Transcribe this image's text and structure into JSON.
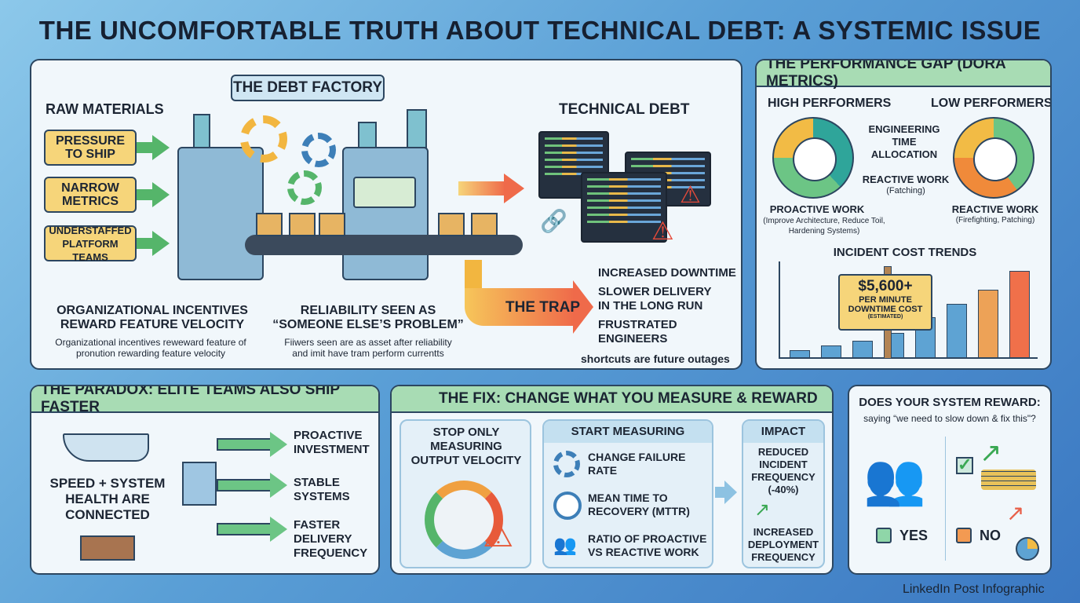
{
  "title": "THE UNCOMFORTABLE TRUTH ABOUT TECHNICAL DEBT: A SYSTEMIC ISSUE",
  "factory": {
    "label": "THE DEBT FACTORY",
    "raw_materials_heading": "RAW MATERIALS",
    "raw_materials": [
      "PRESSURE TO SHIP",
      "NARROW METRICS",
      "UNDERSTAFFED PLATFORM TEAMS"
    ],
    "output_heading": "TECHNICAL DEBT",
    "cause1_title": "ORGANIZATIONAL INCENTIVES REWARD FEATURE VELOCITY",
    "cause1_text": "Organizational incentives reweward feature of pronution rewarding feature velocity",
    "cause2_title": "RELIABILITY SEEN AS “SOMEONE ELSE’S PROBLEM”",
    "cause2_text": "Fiiwers seen are as asset after reliability and imit have tram perform currentts",
    "trap_label": "THE TRAP",
    "trap_outcomes": [
      "INCREASED DOWNTIME",
      "SLOWER DELIVERY IN THE LONG RUN",
      "FRUSTRATED ENGINEERS"
    ],
    "trap_footer": "shortcuts are future outages"
  },
  "performance": {
    "heading": "THE PERFORMANCE GAP (DORA METRICS)",
    "high_label": "HIGH PERFORMERS",
    "low_label": "LOW PERFORMERS",
    "center_label": "ENGINEERING TIME ALLOCATION",
    "reactive_mid_label": "REACTIVE WORK",
    "reactive_mid_sub": "(Fatching)",
    "high_caption": "PROACTIVE WORK",
    "high_sub": "(Improve Architecture, Reduce Toil, Hardening Systems)",
    "low_caption": "REACTIVE WORK",
    "low_sub": "(Firefighting, Patching)",
    "high_donut": [
      {
        "color": "#2fa59a",
        "share": 38
      },
      {
        "color": "#6cc585",
        "share": 37
      },
      {
        "color": "#f2bb45",
        "share": 25
      }
    ],
    "low_donut": [
      {
        "color": "#6cc585",
        "share": 40
      },
      {
        "color": "#f08a3a",
        "share": 35
      },
      {
        "color": "#f2bb45",
        "share": 25
      }
    ],
    "chart_title": "INCIDENT COST TRENDS",
    "bar_levels": [
      0.08,
      0.13,
      0.18,
      0.26,
      0.43,
      0.58,
      0.73,
      0.93
    ],
    "bar_colors": [
      "#5ea3d3",
      "#5ea3d3",
      "#5ea3d3",
      "#5ea3d3",
      "#5ea3d3",
      "#5ea3d3",
      "#eda257",
      "#f0704a"
    ],
    "sign_value": "$5,600+",
    "sign_line1": "PER MINUTE",
    "sign_line2": "DOWNTIME COST",
    "sign_note": "(ESTIMATED)"
  },
  "paradox": {
    "heading": "THE PARADOX: ELITE TEAMS ALSO SHIP FASTER",
    "caption": "SPEED + SYSTEM HEALTH ARE CONNECTED",
    "outcomes": [
      "PROACTIVE INVESTMENT",
      "STABLE SYSTEMS",
      "FASTER DELIVERY FREQUENCY"
    ]
  },
  "fix": {
    "heading": "THE FIX: CHANGE WHAT YOU MEASURE & REWARD",
    "stop_text": "STOP ONLY MEASURING OUTPUT VELOCITY",
    "start_heading": "START MEASURING",
    "metrics": [
      "CHANGE FAILURE RATE",
      "MEAN TIME TO RECOVERY (MTTR)",
      "RATIO OF PROACTIVE VS REACTIVE WORK"
    ],
    "impact_heading": "IMPACT",
    "impact1": "REDUCED INCIDENT FREQUENCY (-40%)",
    "impact2": "INCREASED DEPLOYMENT FREQUENCY"
  },
  "question": {
    "heading": "DOES YOUR SYSTEM REWARD:",
    "sub": "saying “we need to slow down & fix this\"?",
    "yes": "YES",
    "no": "NO"
  },
  "footer": "LinkedIn Post Infographic"
}
